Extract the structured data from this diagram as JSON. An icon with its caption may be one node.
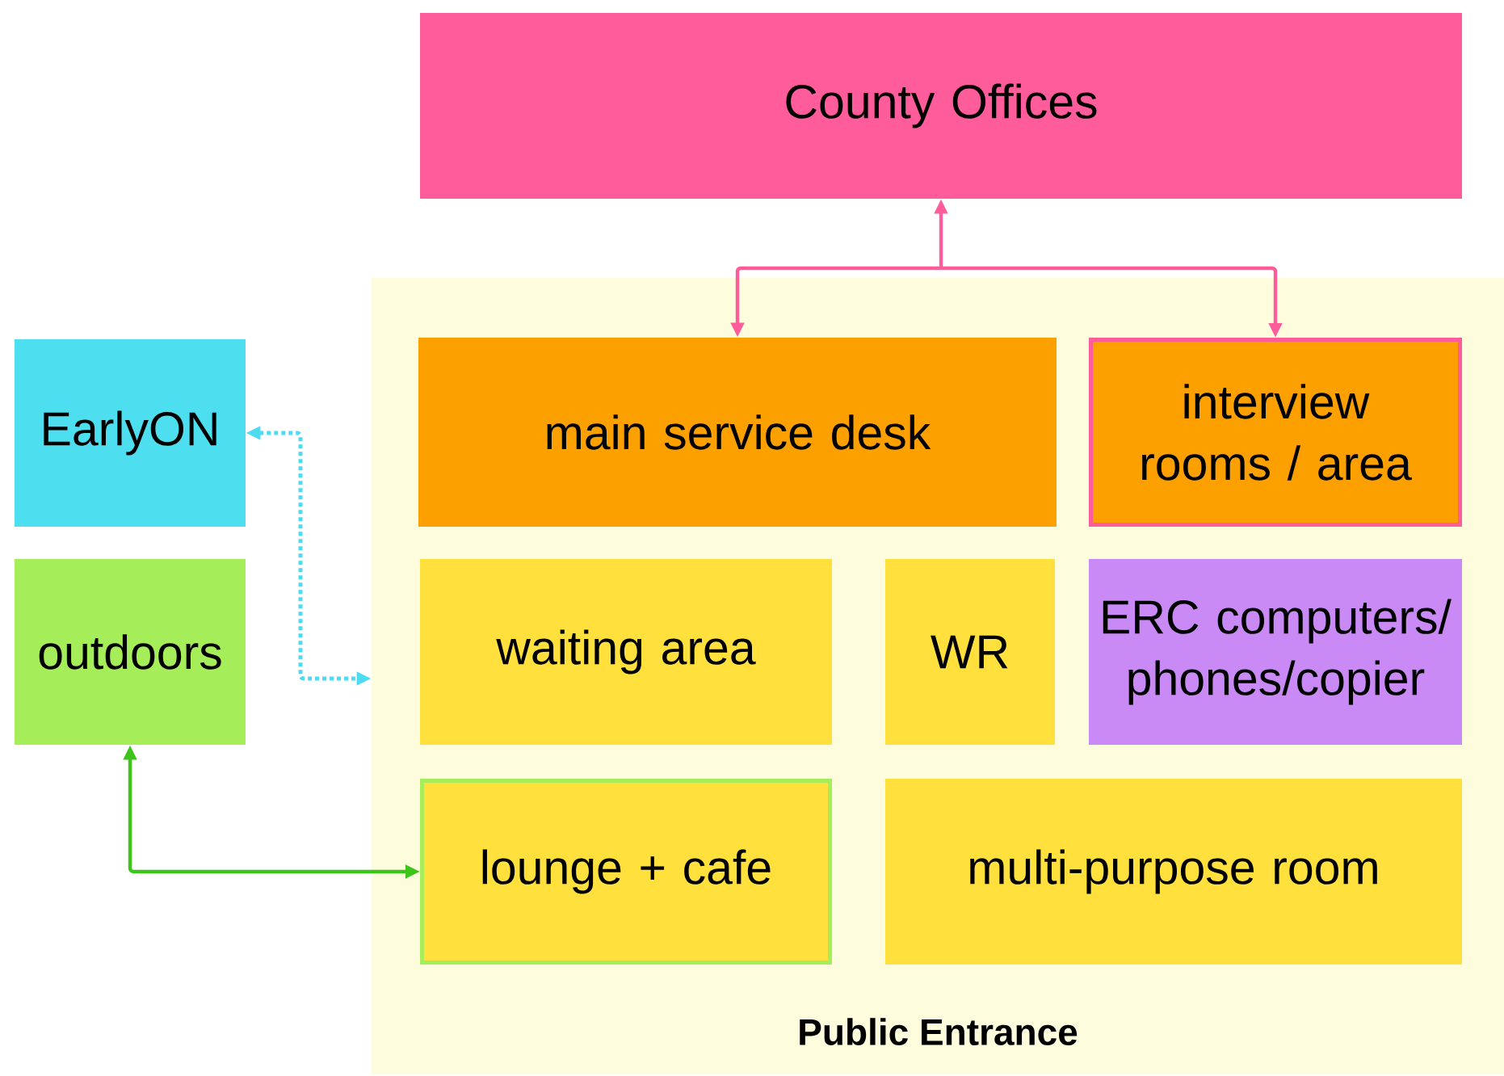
{
  "diagram": {
    "nodes": [
      {
        "text": [
          "County Offices"
        ]
      },
      {
        "text": [
          "Public Entrance"
        ]
      },
      {
        "text": [
          "main service desk"
        ],
        "in": 1
      },
      {
        "text": [
          "interview rooms / area"
        ],
        "in": 1
      },
      {
        "text": [
          "waiting area"
        ],
        "in": 1
      },
      {
        "text": [
          "WR"
        ],
        "in": 1
      },
      {
        "text": [
          "ERC computers/ phones/copier"
        ],
        "in": 1
      },
      {
        "text": [
          "lounge + cafe"
        ],
        "in": 1
      },
      {
        "text": [
          "multi-purpose room"
        ],
        "in": 1
      },
      {
        "text": [
          "EarlyON"
        ]
      },
      {
        "text": [
          "outdoors"
        ]
      }
    ],
    "edges": [
      {
        "from": 2,
        "to": 0,
        "arrow": "both",
        "color": "#ff5c9b"
      },
      {
        "from": 3,
        "to": 0,
        "arrow": "both",
        "color": "#ff5c9b"
      },
      {
        "from": 9,
        "to": 1,
        "arrow": "both",
        "style": "dashed",
        "color": "#4ddcef"
      },
      {
        "from": 10,
        "to": 7,
        "arrow": "both",
        "color": "#3cc41a"
      }
    ]
  }
}
